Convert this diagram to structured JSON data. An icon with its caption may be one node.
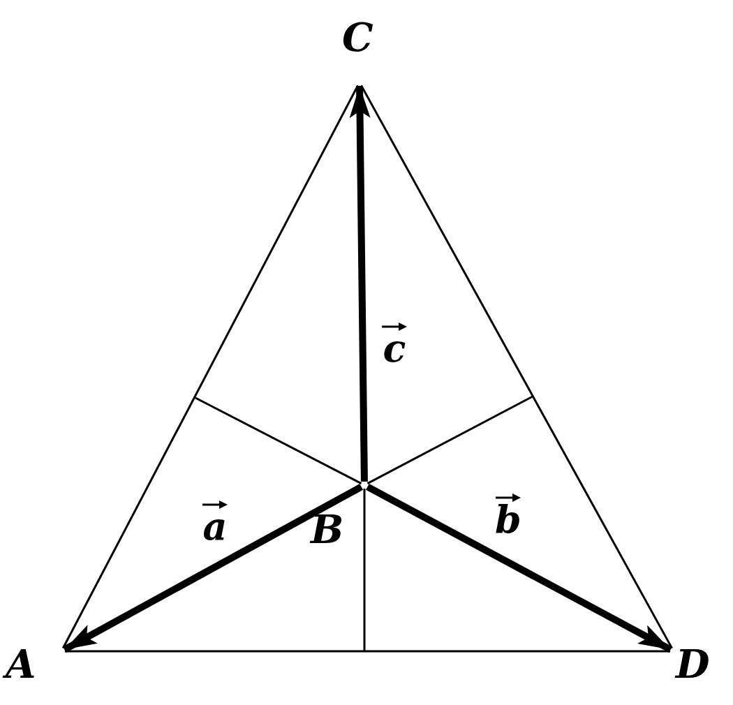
{
  "diagram": {
    "nodes": [
      {
        "text": [
          "C"
        ]
      },
      {
        "text": [
          "B"
        ]
      },
      {
        "text": [
          "A"
        ]
      },
      {
        "text": [
          "D"
        ]
      }
    ],
    "edges": [
      {
        "from": 1,
        "to": 2,
        "arrow": "to",
        "label": "a",
        "style": "thick"
      },
      {
        "from": 1,
        "to": 3,
        "arrow": "to",
        "label": "b",
        "style": "thick"
      },
      {
        "from": 1,
        "to": 0,
        "arrow": "to",
        "label": "c",
        "style": "thick"
      },
      {
        "from": 2,
        "to": 0,
        "arrow": "none"
      },
      {
        "from": 0,
        "to": 3,
        "arrow": "none"
      },
      {
        "from": 2,
        "to": 3,
        "arrow": "none"
      },
      {
        "from": 1,
        "to": null,
        "arrow": "none"
      },
      {
        "from": 1,
        "to": null,
        "arrow": "none"
      },
      {
        "from": 1,
        "to": null,
        "arrow": "none"
      }
    ]
  }
}
